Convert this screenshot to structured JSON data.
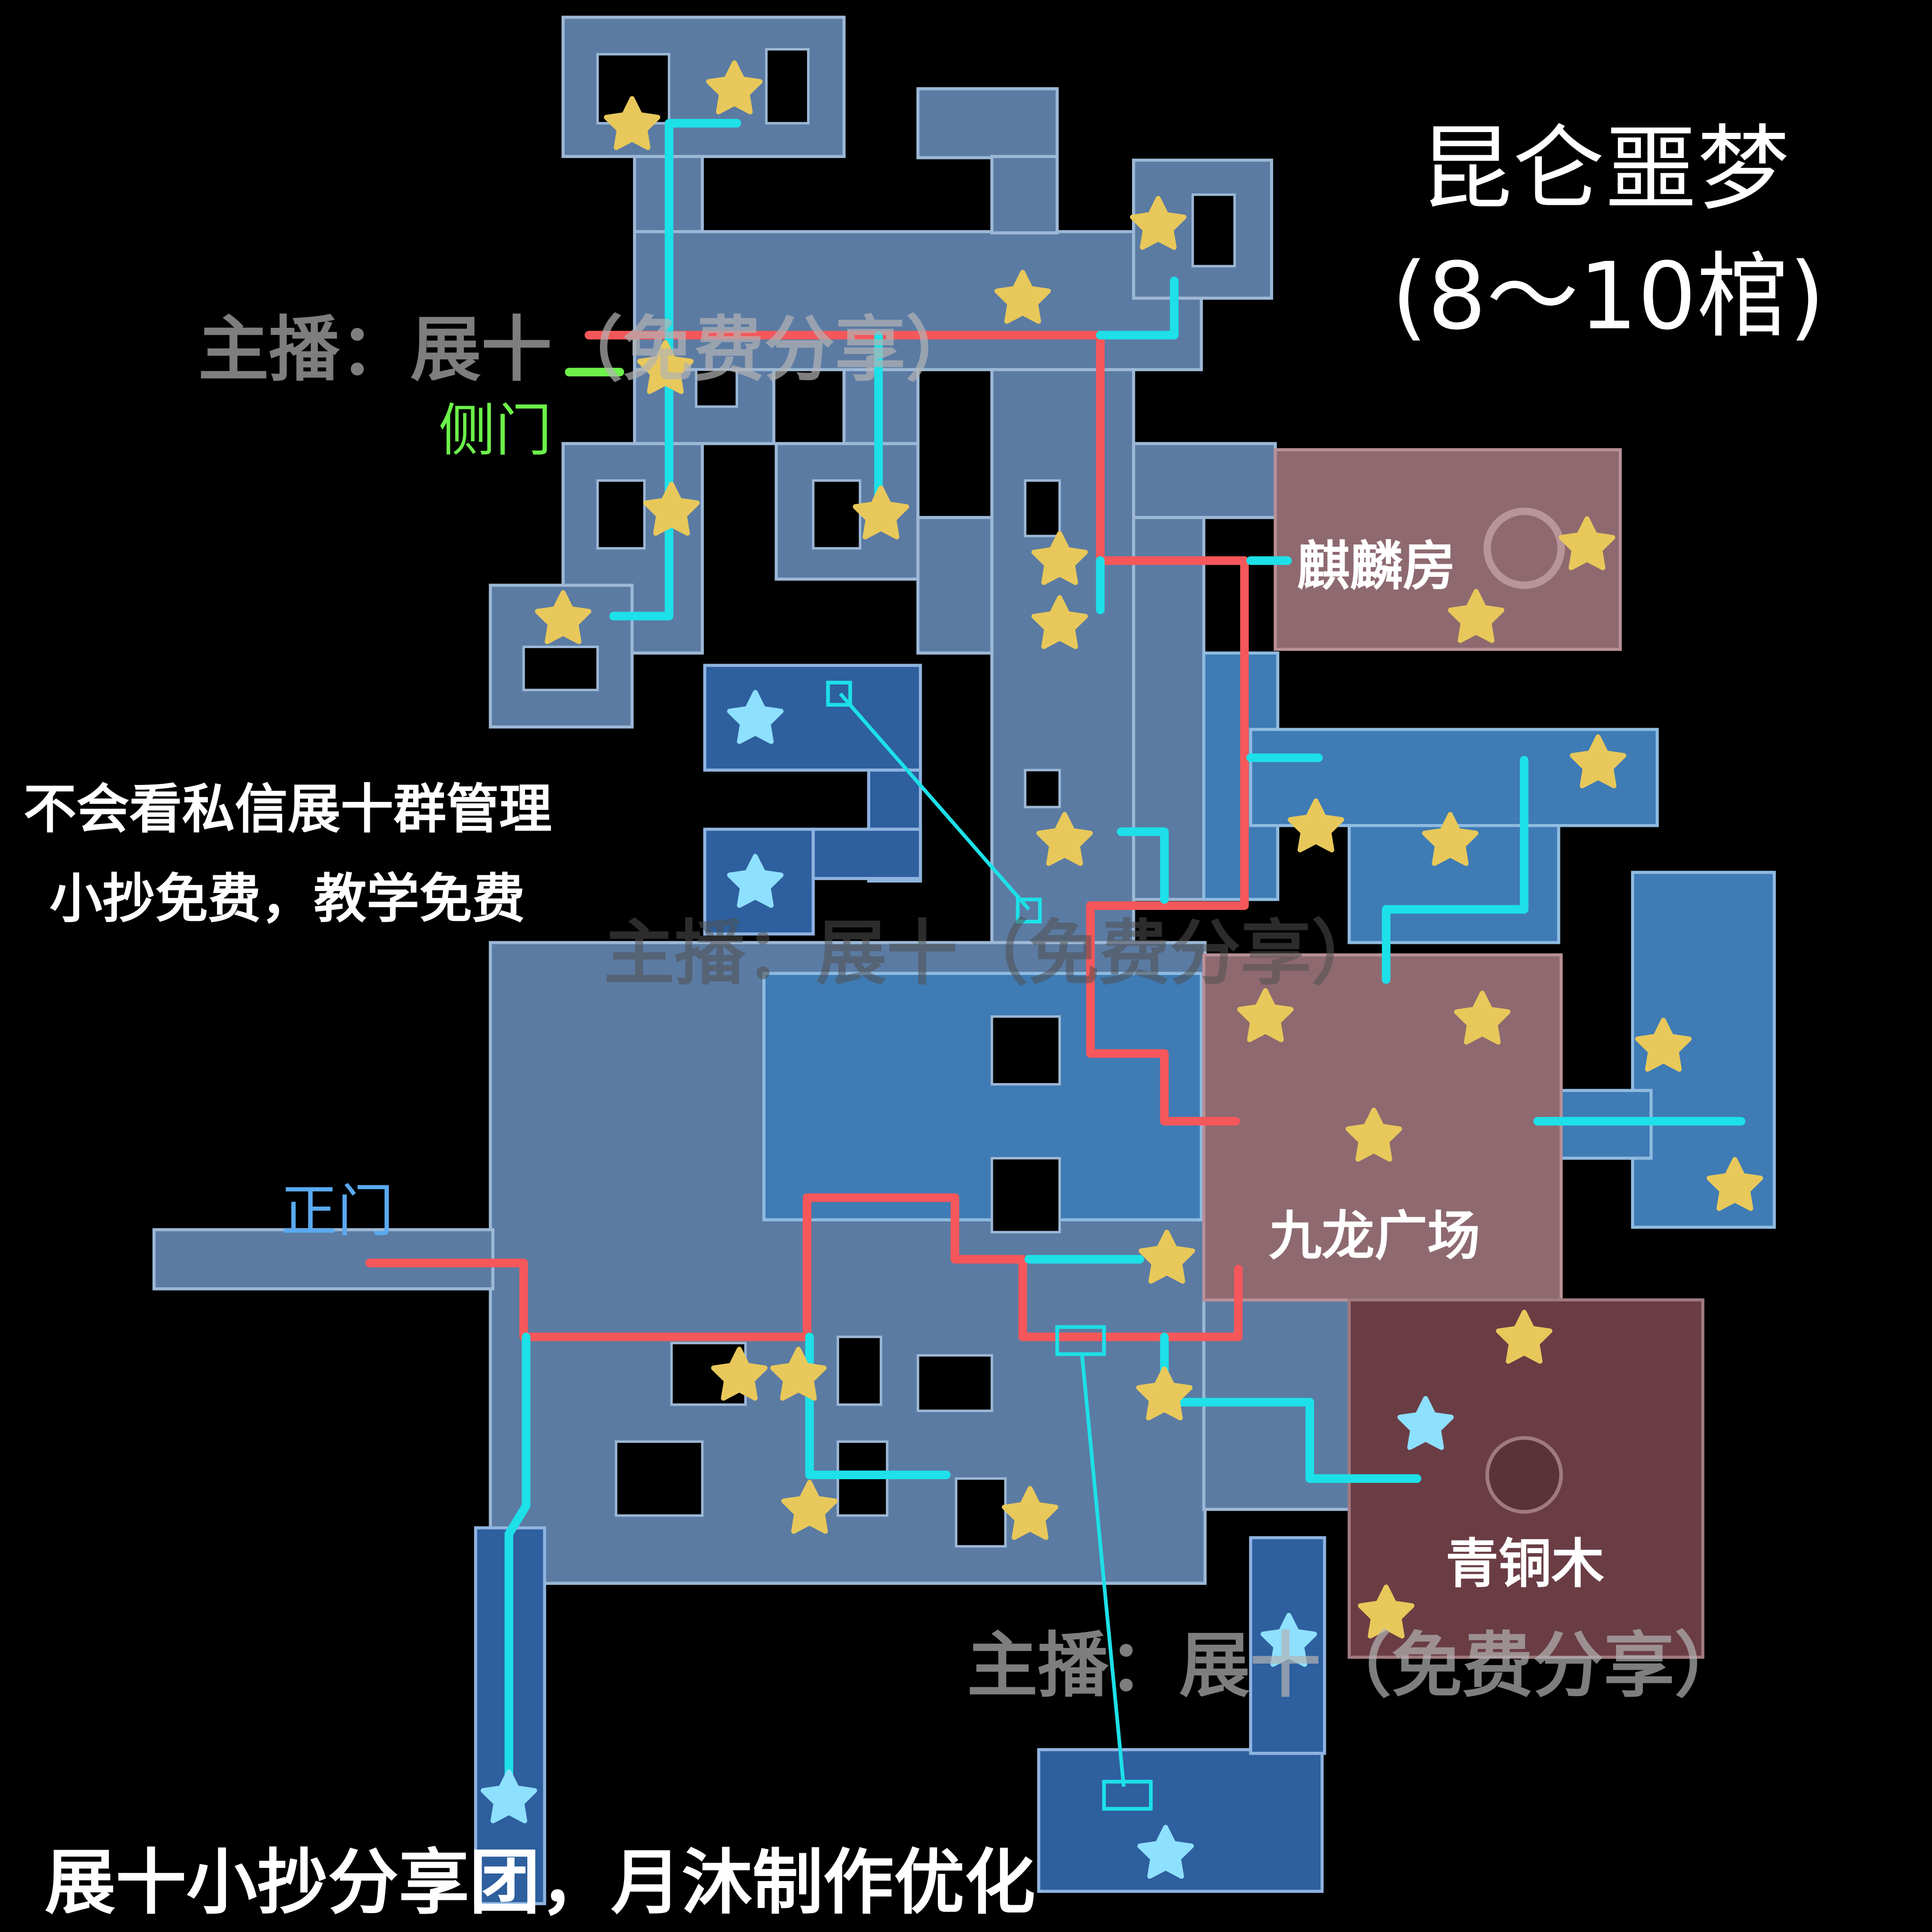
{
  "map": {
    "title": "昆仑噩梦",
    "subtitle": "(8～10棺)",
    "area_labels": {
      "kirin_room": "麒麟房",
      "nine_dragon_plaza": "九龙广场",
      "bronze_wood": "青铜木"
    },
    "entrances": {
      "side_door": "侧门",
      "main_gate": "正门"
    },
    "watermark": "主播：展十（免费分享）",
    "notes": [
      "不会看私信展十群管理",
      "小抄免费，教学免费"
    ],
    "credit": "展十小抄分享团，月沐制作优化",
    "colors": {
      "main_route": "#f5575a",
      "branch_route": "#1de0e8",
      "side_door": "#6cf24a",
      "main_gate": "#5aaaf0",
      "coffin_star": "#e8c85a",
      "special_star": "#8ee0ff"
    }
  }
}
